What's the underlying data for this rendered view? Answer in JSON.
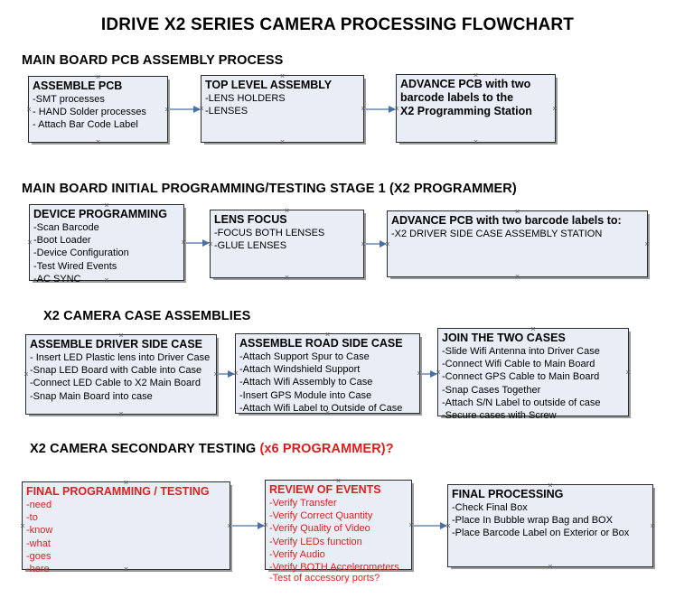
{
  "title": "IDRIVE X2  SERIES CAMERA PROCESSING FLOWCHART",
  "sections": [
    {
      "id": "main-board-pcb-assembly",
      "title": "MAIN BOARD PCB ASSEMBLY PROCESS",
      "title_red": "",
      "nodes": [
        {
          "name": "assemble-pcb",
          "header": "ASSEMBLE PCB",
          "items": [
            "-SMT processes",
            "- HAND Solder processes",
            "- Attach Bar Code Label"
          ]
        },
        {
          "name": "top-level-assembly",
          "header": "TOP LEVEL ASSEMBLY",
          "items": [
            "-LENS HOLDERS",
            "-LENSES"
          ]
        },
        {
          "name": "advance-pcb-to-programming-station",
          "header": "ADVANCE PCB with two",
          "items": [
            "barcode labels to the",
            " X2 Programming Station"
          ]
        }
      ]
    },
    {
      "id": "main-board-initial-programming",
      "title": "MAIN BOARD INITIAL PROGRAMMING/TESTING STAGE 1 (X2 PROGRAMMER)",
      "title_red": "",
      "nodes": [
        {
          "name": "device-programming",
          "header": "DEVICE PROGRAMMING",
          "items": [
            "-Scan Barcode",
            "-Boot Loader",
            "-Device Configuration",
            "-Test Wired Events",
            "-AC SYNC"
          ]
        },
        {
          "name": "lens-focus",
          "header": "LENS FOCUS",
          "items": [
            "-FOCUS BOTH LENSES",
            "-GLUE LENSES"
          ]
        },
        {
          "name": "advance-pcb-to-driver-side-case",
          "header": "ADVANCE PCB with two barcode labels to:",
          "items": [
            "-X2 DRIVER  SIDE  CASE  ASSEMBLY STATION"
          ]
        }
      ]
    },
    {
      "id": "x2-camera-case-assemblies",
      "title": "X2 CAMERA CASE ASSEMBLIES",
      "title_red": "",
      "nodes": [
        {
          "name": "assemble-driver-side-case",
          "header": "ASSEMBLE DRIVER SIDE CASE",
          "items": [
            "- Insert LED Plastic lens into Driver Case",
            "-Snap LED Board with Cable into Case",
            "-Connect LED Cable to X2 Main Board",
            "-Snap Main Board into case"
          ]
        },
        {
          "name": "assemble-road-side-case",
          "header": "ASSEMBLE ROAD SIDE CASE",
          "items": [
            "-Attach Support Spur to Case",
            "-Attach Windshield Support",
            "-Attach Wifi Assembly to Case",
            "-Insert GPS Module into Case",
            "-Attach Wifi Label to Outside of Case"
          ]
        },
        {
          "name": "join-the-two-cases",
          "header": "JOIN THE TWO CASES",
          "items": [
            "-Slide Wifi Antenna into Driver Case",
            "-Connect Wifi Cable to Main Board",
            "-Connect GPS Cable to Main Board",
            "-Snap Cases Together",
            "-Attach S/N Label to outside of case",
            "-Secure cases with Screw"
          ]
        }
      ]
    },
    {
      "id": "x2-camera-secondary-testing",
      "title": "X2 CAMERA SECONDARY TESTING  ",
      "title_red": "(x6 PROGRAMMER)?",
      "nodes": [
        {
          "name": "final-programming-testing",
          "header": "FINAL PROGRAMMING / TESTING",
          "items": [
            "-need",
            "-to",
            "-know",
            "-what",
            "-goes",
            "-here"
          ]
        },
        {
          "name": "review-of-events",
          "header": "REVIEW OF EVENTS",
          "items": [
            "-Verify Transfer",
            "-Verify Correct Quantity",
            "-Verify Quality of Video",
            "-Verify LEDs function",
            "-Verify Audio",
            "-Verify BOTH Accelerometers"
          ],
          "overflow_item": "-Test of accessory ports?"
        },
        {
          "name": "final-processing",
          "header": "FINAL PROCESSING",
          "items": [
            " -Check Final Box",
            "-Place In Bubble wrap Bag and BOX",
            "-Place Barcode Label on Exterior or Box"
          ]
        }
      ]
    }
  ],
  "colors": {
    "box_fill": "#e9eef6",
    "box_border": "#2b2b2b",
    "shadow": "#9a9a9a",
    "arrow": "#8ea6c2",
    "arrow_head": "#4a6fa5",
    "text": "#000000",
    "red_text": "#e02020",
    "title_red": "#d81f1f"
  }
}
